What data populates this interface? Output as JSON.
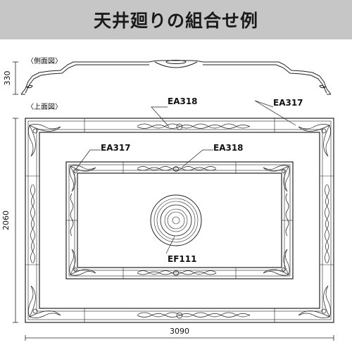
{
  "title": "天井廻りの組合せ例",
  "side_view_label": "〈側面図〉",
  "top_view_label": "〈上面図〉",
  "dimensions": {
    "height": "330",
    "depth": "2060",
    "width": "3090"
  },
  "parts": {
    "outer_corner": "EA317",
    "outer_edge": "EA318",
    "inner_corner": "EA317",
    "inner_edge": "EA318",
    "center_medallion": "EF111"
  },
  "colors": {
    "title_bg": "#c6c6c6",
    "line": "#222222",
    "panel_bg": "#ffffff"
  }
}
